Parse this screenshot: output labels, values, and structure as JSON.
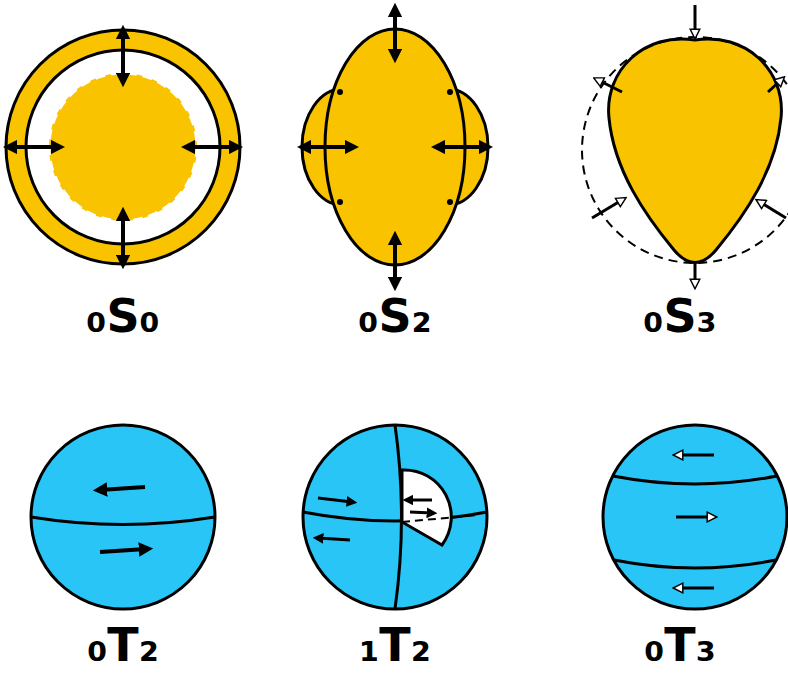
{
  "diagram": {
    "labels": [
      "₀S₀",
      "₀S₂",
      "₀S₃",
      "₀T₂",
      "₁T₂",
      "₀T₃"
    ]
  }
}
